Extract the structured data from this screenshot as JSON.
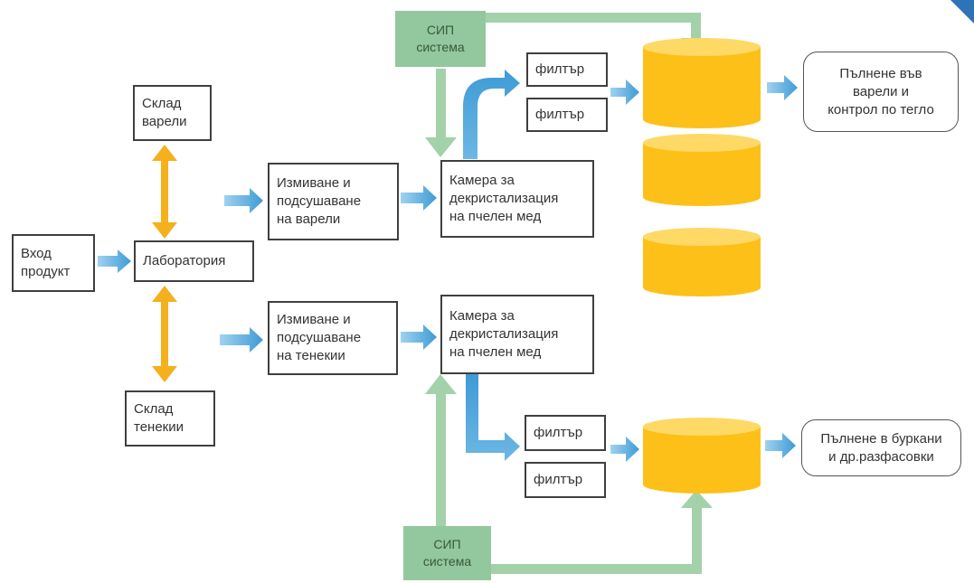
{
  "colors": {
    "blue_arrow": "#4aa3d8",
    "orange_arrow": "#f5b01d",
    "green_pipe": "#a3d1aa",
    "green_box": "#93c79d",
    "tank_body": "#fdc018",
    "tank_top": "#fed966",
    "corner_accent": "#2e72b8"
  },
  "nodes": {
    "input_product": "Вход\nпродукт",
    "laboratory": "Лаборатория",
    "barrel_storage": "Склад\nварели",
    "tin_storage": "Склад\nтенекии",
    "wash_barrels": "Измиване и\nподсушаване\nна варели",
    "wash_tins": "Измиване и\nподсушаване\nна тенекии",
    "chamber_top": "Камера за\nдекристализация\nна пчелен мед",
    "chamber_bottom": "Камера за\nдекристализация\nна пчелен мед",
    "filter_top_1": "филтър",
    "filter_top_2": "филтър",
    "filter_bottom_1": "филтър",
    "filter_bottom_2": "филтър",
    "cip_top": "СИП\nсистема",
    "cip_bottom": "СИП\nсистема",
    "fill_barrels": "Пълнене във\nварели и\nконтрол по тегло",
    "fill_jars": "Пълнене в буркани\nи др.разфасовки"
  }
}
